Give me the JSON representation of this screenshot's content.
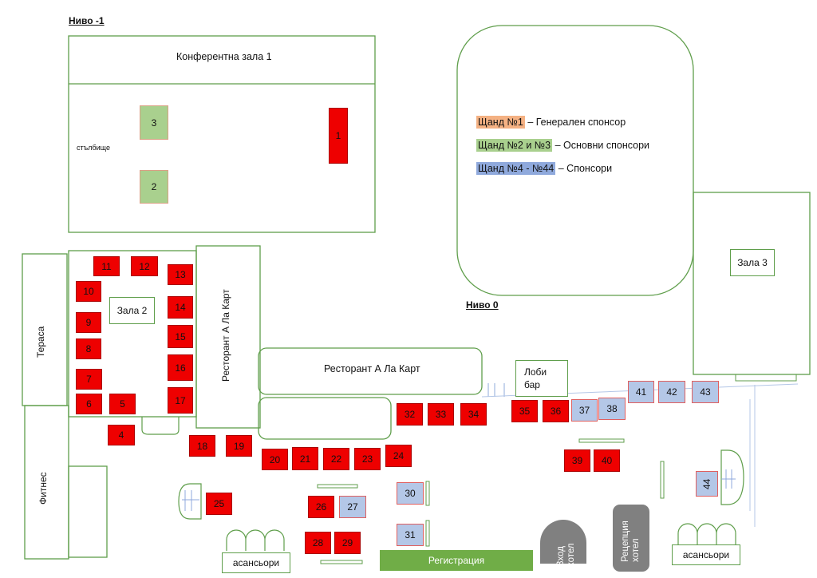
{
  "levels": {
    "minus1": "Ниво -1",
    "zero": "Ниво 0"
  },
  "rooms": {
    "conference_hall_1": "Конферентна зала 1",
    "stage": "стълбище",
    "hall_2": "Зала 2",
    "hall_3": "Зала 3",
    "terrace": "Тераса",
    "fitness": "Фитнес",
    "restaurant_vertical": "Ресторант А Ла Карт",
    "restaurant_horizontal": "Ресторант А Ла Карт",
    "lobby_bar": "Лоби бар",
    "registration": "Регистрация",
    "hotel_entrance": "Вход хотел",
    "hotel_reception": "Рецепция хотел",
    "elevators_left": "асансьори",
    "elevators_right": "асансьори"
  },
  "legend": [
    {
      "key": "Щанд №1",
      "text": " – Генерален спонсор",
      "color": "#f4b183"
    },
    {
      "key": "Щанд №2 и №3",
      "text": " – Основни спонсори",
      "color": "#a9d08e"
    },
    {
      "key": "Щанд №4 - №44",
      "text": " – Спонсори",
      "color": "#8fa9dc"
    }
  ],
  "booths": {
    "b1": "1",
    "b2": "2",
    "b3": "3",
    "b4": "4",
    "b5": "5",
    "b6": "6",
    "b7": "7",
    "b8": "8",
    "b9": "9",
    "b10": "10",
    "b11": "11",
    "b12": "12",
    "b13": "13",
    "b14": "14",
    "b15": "15",
    "b16": "16",
    "b17": "17",
    "b18": "18",
    "b19": "19",
    "b20": "20",
    "b21": "21",
    "b22": "22",
    "b23": "23",
    "b24": "24",
    "b25": "25",
    "b26": "26",
    "b27": "27",
    "b28": "28",
    "b29": "29",
    "b30": "30",
    "b31": "31",
    "b32": "32",
    "b33": "33",
    "b34": "34",
    "b35": "35",
    "b36": "36",
    "b37": "37",
    "b38": "38",
    "b39": "39",
    "b40": "40",
    "b41": "41",
    "b42": "42",
    "b43": "43",
    "b44": "44"
  },
  "colors": {
    "general": "#ee0000",
    "main": "#a9d08e",
    "sponsor": "#b4c7e7",
    "wall": "#5f9e4b",
    "registration": "#70ad47",
    "hotel": "#808080"
  }
}
